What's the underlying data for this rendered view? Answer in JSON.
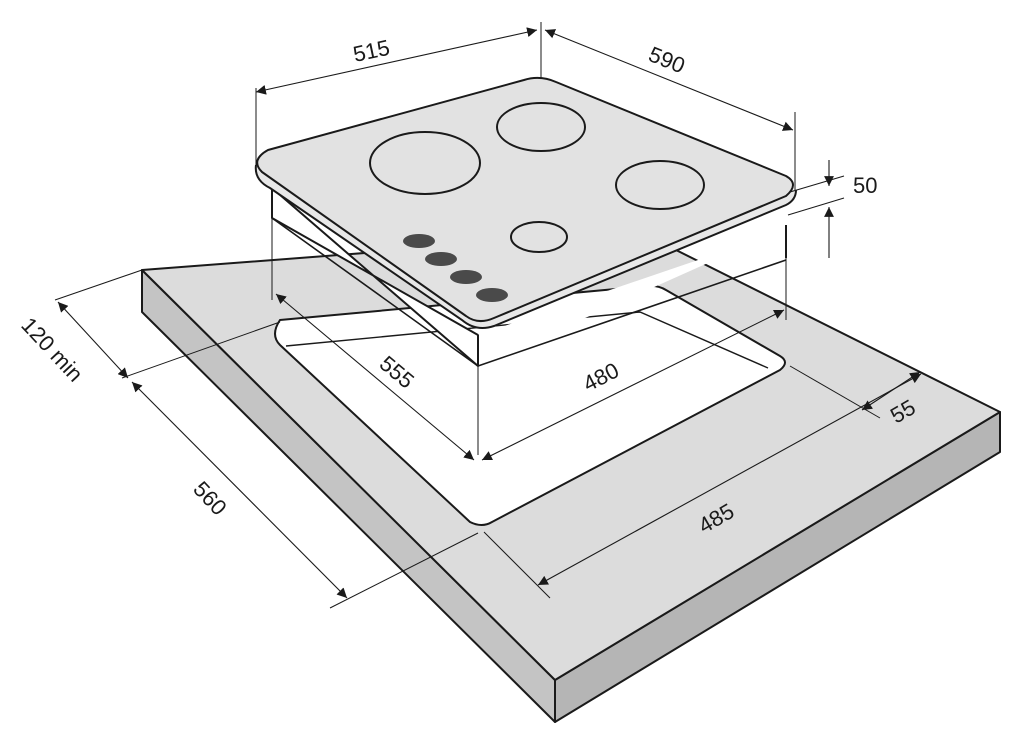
{
  "dimensions": {
    "hob_width": "515",
    "hob_depth": "590",
    "hob_height": "50",
    "cutout_depth": "555",
    "cutout_width": "480",
    "front_margin": "55",
    "counter_width": "485",
    "counter_depth": "560",
    "back_margin": "120 min"
  },
  "colors": {
    "counter_top": "#dcdcdc",
    "counter_front": "#c8c8c8",
    "counter_side": "#b9b9b9",
    "hob_surface": "#e2e2e2",
    "hob_side": "#ffffff",
    "knob": "#4a4a4a",
    "line": "#1a1a1a",
    "cutout": "#ffffff"
  },
  "hob": {
    "burners": 4,
    "knobs": 4
  }
}
